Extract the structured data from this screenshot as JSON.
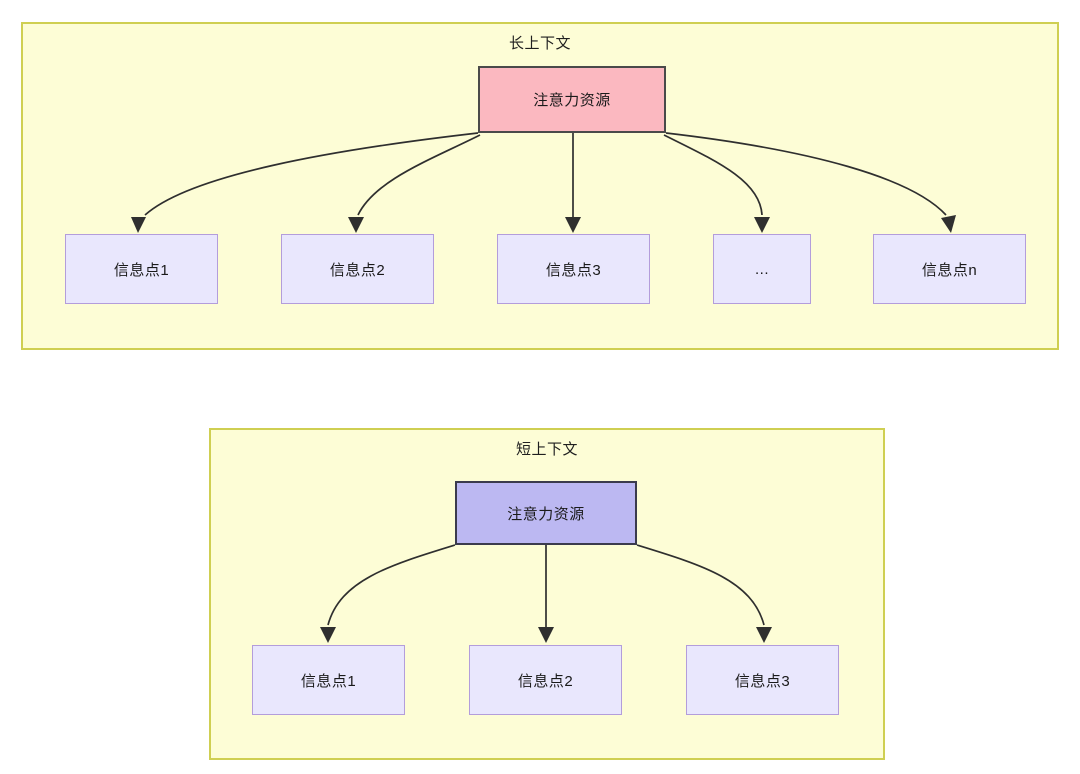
{
  "diagram": {
    "title_long": "长上下文",
    "title_short": "短上下文",
    "colors": {
      "panel_fill": "#fdfdd6",
      "panel_border": "#cfcf52",
      "root_long_fill": "#fbb8c0",
      "root_long_border": "#4a4a4a",
      "root_short_fill": "#bcb8f2",
      "root_short_border": "#3b3b4d",
      "leaf_fill": "#e9e7fd",
      "leaf_border": "#b39ddb",
      "edge_stroke": "#2f2f2f",
      "text": "#1a1a1a"
    }
  },
  "long_context": {
    "title": "长上下文",
    "root": {
      "label": "注意力资源"
    },
    "leaves": [
      {
        "label": "信息点1"
      },
      {
        "label": "信息点2"
      },
      {
        "label": "信息点3"
      },
      {
        "label": "..."
      },
      {
        "label": "信息点n"
      }
    ]
  },
  "short_context": {
    "title": "短上下文",
    "root": {
      "label": "注意力资源"
    },
    "leaves": [
      {
        "label": "信息点1"
      },
      {
        "label": "信息点2"
      },
      {
        "label": "信息点3"
      }
    ]
  }
}
